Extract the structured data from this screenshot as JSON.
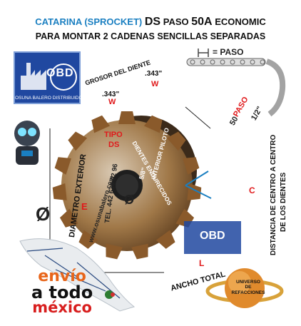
{
  "header": {
    "line1_part1": "CATARINA (SPROCKET)",
    "line1_part2": "DS",
    "line1_part3": "PASO",
    "line1_part4": "50A",
    "line1_part5": "ECONOMIC",
    "line2": "PARA MONTAR 2 CADENAS SENCILLAS SEPARADAS"
  },
  "chain_legend": {
    "label": "= PASO"
  },
  "logo": {
    "text": "OBD",
    "brand": "OSUNA BALERO DISTRIBUIDOR"
  },
  "diagram_labels": {
    "grosor_del_diente": "GROSOR DEL DIENTE",
    "w_left": "W",
    "w_right": "W",
    "dim_343_left": ".343\"",
    "dim_343_right": ".343\"",
    "paso": "PASO",
    "paso_value": "1/2\"",
    "paso_50": "50",
    "tipo": "TIPO",
    "ds": "DS",
    "dientes": "DIENTES ENDURECIDOS",
    "interior_piloto": "INTERIOR PILOTO",
    "piloto_size": "5/8\"",
    "website": "www.osunabalero.com",
    "phone": "TEL. 442 636 02 96",
    "diametro_exterior": "DIAMETRO EXTERIOR",
    "e": "E",
    "c": "C",
    "l": "L",
    "ancho_total": "ANCHO TOTAL",
    "distancia_line1": "DISTANCIA DE CENTRO A CENTRO",
    "distancia_line2": "DE LOS DIENTES",
    "phi": "Ø"
  },
  "watermark_logo": {
    "text": "OBD"
  },
  "promo": {
    "line1": "envío",
    "line2": "a todo",
    "line3": "méxico"
  },
  "universo": {
    "line1": "UNIVERSO",
    "line2": "DE",
    "line3": "REFACCIONES"
  },
  "colors": {
    "blue": "#1a7fc1",
    "red": "#e0191b",
    "steel": "#8a5a2b"
  }
}
